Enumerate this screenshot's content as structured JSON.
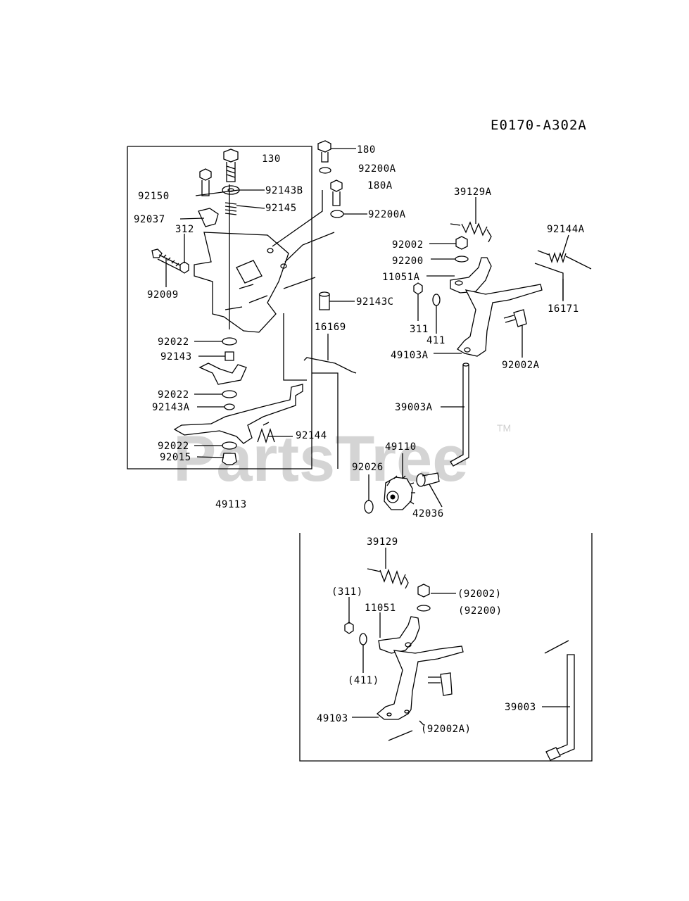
{
  "diagram_code": "E0170-A302A",
  "watermark": {
    "text": "PartsTree",
    "mark": "TM"
  },
  "labels": {
    "l130": "130",
    "l180": "180",
    "l92200A_top": "92200A",
    "l180A": "180A",
    "l92200A": "92200A",
    "l92150": "92150",
    "l92143B": "92143B",
    "l92145": "92145",
    "l92037": "92037",
    "l312": "312",
    "l92009": "92009",
    "l92143C": "92143C",
    "l16169": "16169",
    "l92022_a": "92022",
    "l92143": "92143",
    "l92022_b": "92022",
    "l92143A": "92143A",
    "l92144": "92144",
    "l92022_c": "92022",
    "l92015": "92015",
    "l49113": "49113",
    "l39129A": "39129A",
    "l92144A": "92144A",
    "l92002": "92002",
    "l92200": "92200",
    "l11051A": "11051A",
    "l16171": "16171",
    "l311": "311",
    "l411": "411",
    "l49103A": "49103A",
    "l92002A": "92002A",
    "l39003A": "39003A",
    "l49110": "49110",
    "l92026": "92026",
    "l42036": "42036",
    "l39129": "39129",
    "l311p": "(311)",
    "l92002p": "(92002)",
    "l92200p": "(92200)",
    "l11051": "11051",
    "l411p": "(411)",
    "l39003": "39003",
    "l49103": "49103",
    "l92002Ap": "(92002A)"
  }
}
